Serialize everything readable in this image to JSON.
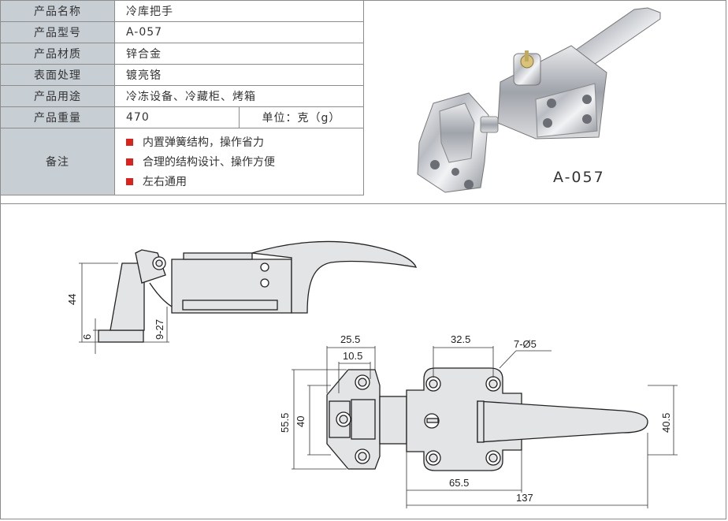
{
  "spec": {
    "rows": [
      {
        "label": "产品名称",
        "value": "冷库把手"
      },
      {
        "label": "产品型号",
        "value": "A-057"
      },
      {
        "label": "产品材质",
        "value": "锌合金"
      },
      {
        "label": "表面处理",
        "value": "镀亮铬"
      },
      {
        "label": "产品用途",
        "value": "冷冻设备、冷藏柜、烤箱"
      }
    ],
    "weight": {
      "label": "产品重量",
      "value": "470",
      "unit": "单位：克（g）"
    },
    "notes": {
      "label": "备注",
      "items": [
        "内置弹簧结构，操作省力",
        "合理的结构设计、操作方便",
        "左右通用"
      ]
    }
  },
  "model_label": "A-057",
  "dimensions": {
    "side_44": "44",
    "side_6": "6",
    "side_9_27": "9-27",
    "top_25_5": "25.5",
    "top_10_5": "10.5",
    "top_32_5": "32.5",
    "holes": "7-Ø5",
    "left_55_5": "55.5",
    "left_40": "40",
    "right_40_5": "40.5",
    "bottom_65_5": "65.5",
    "bottom_137": "137"
  },
  "colors": {
    "label_bg": "#c7ced4",
    "bullet": "#d8231f",
    "border": "#8c8c8c",
    "drawing_fill": "#e3e4e6"
  }
}
